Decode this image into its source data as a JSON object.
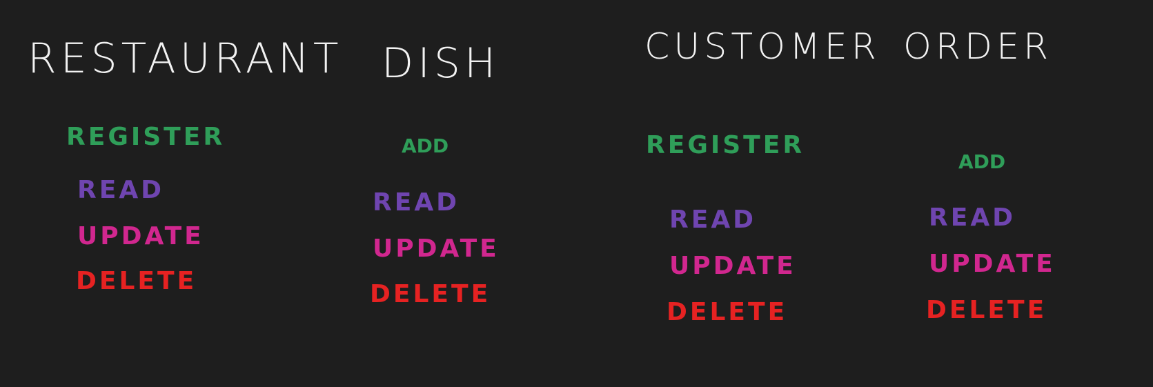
{
  "colors": {
    "background": "#1e1e1e",
    "title": "#f2f2f2",
    "create": "#2f9e59",
    "read": "#6f45b0",
    "update": "#d1278f",
    "delete": "#e62222"
  },
  "entities": [
    {
      "name": "RESTAURANT",
      "operations": [
        "REGISTER",
        "READ",
        "UPDATE",
        "DELETE"
      ]
    },
    {
      "name": "DISH",
      "operations": [
        "ADD",
        "READ",
        "UPDATE",
        "DELETE"
      ]
    },
    {
      "name": "CUSTOMER",
      "operations": [
        "REGISTER",
        "READ",
        "UPDATE",
        "DELETE"
      ]
    },
    {
      "name": "ORDER",
      "operations": [
        "ADD",
        "READ",
        "UPDATE",
        "DELETE"
      ]
    }
  ]
}
